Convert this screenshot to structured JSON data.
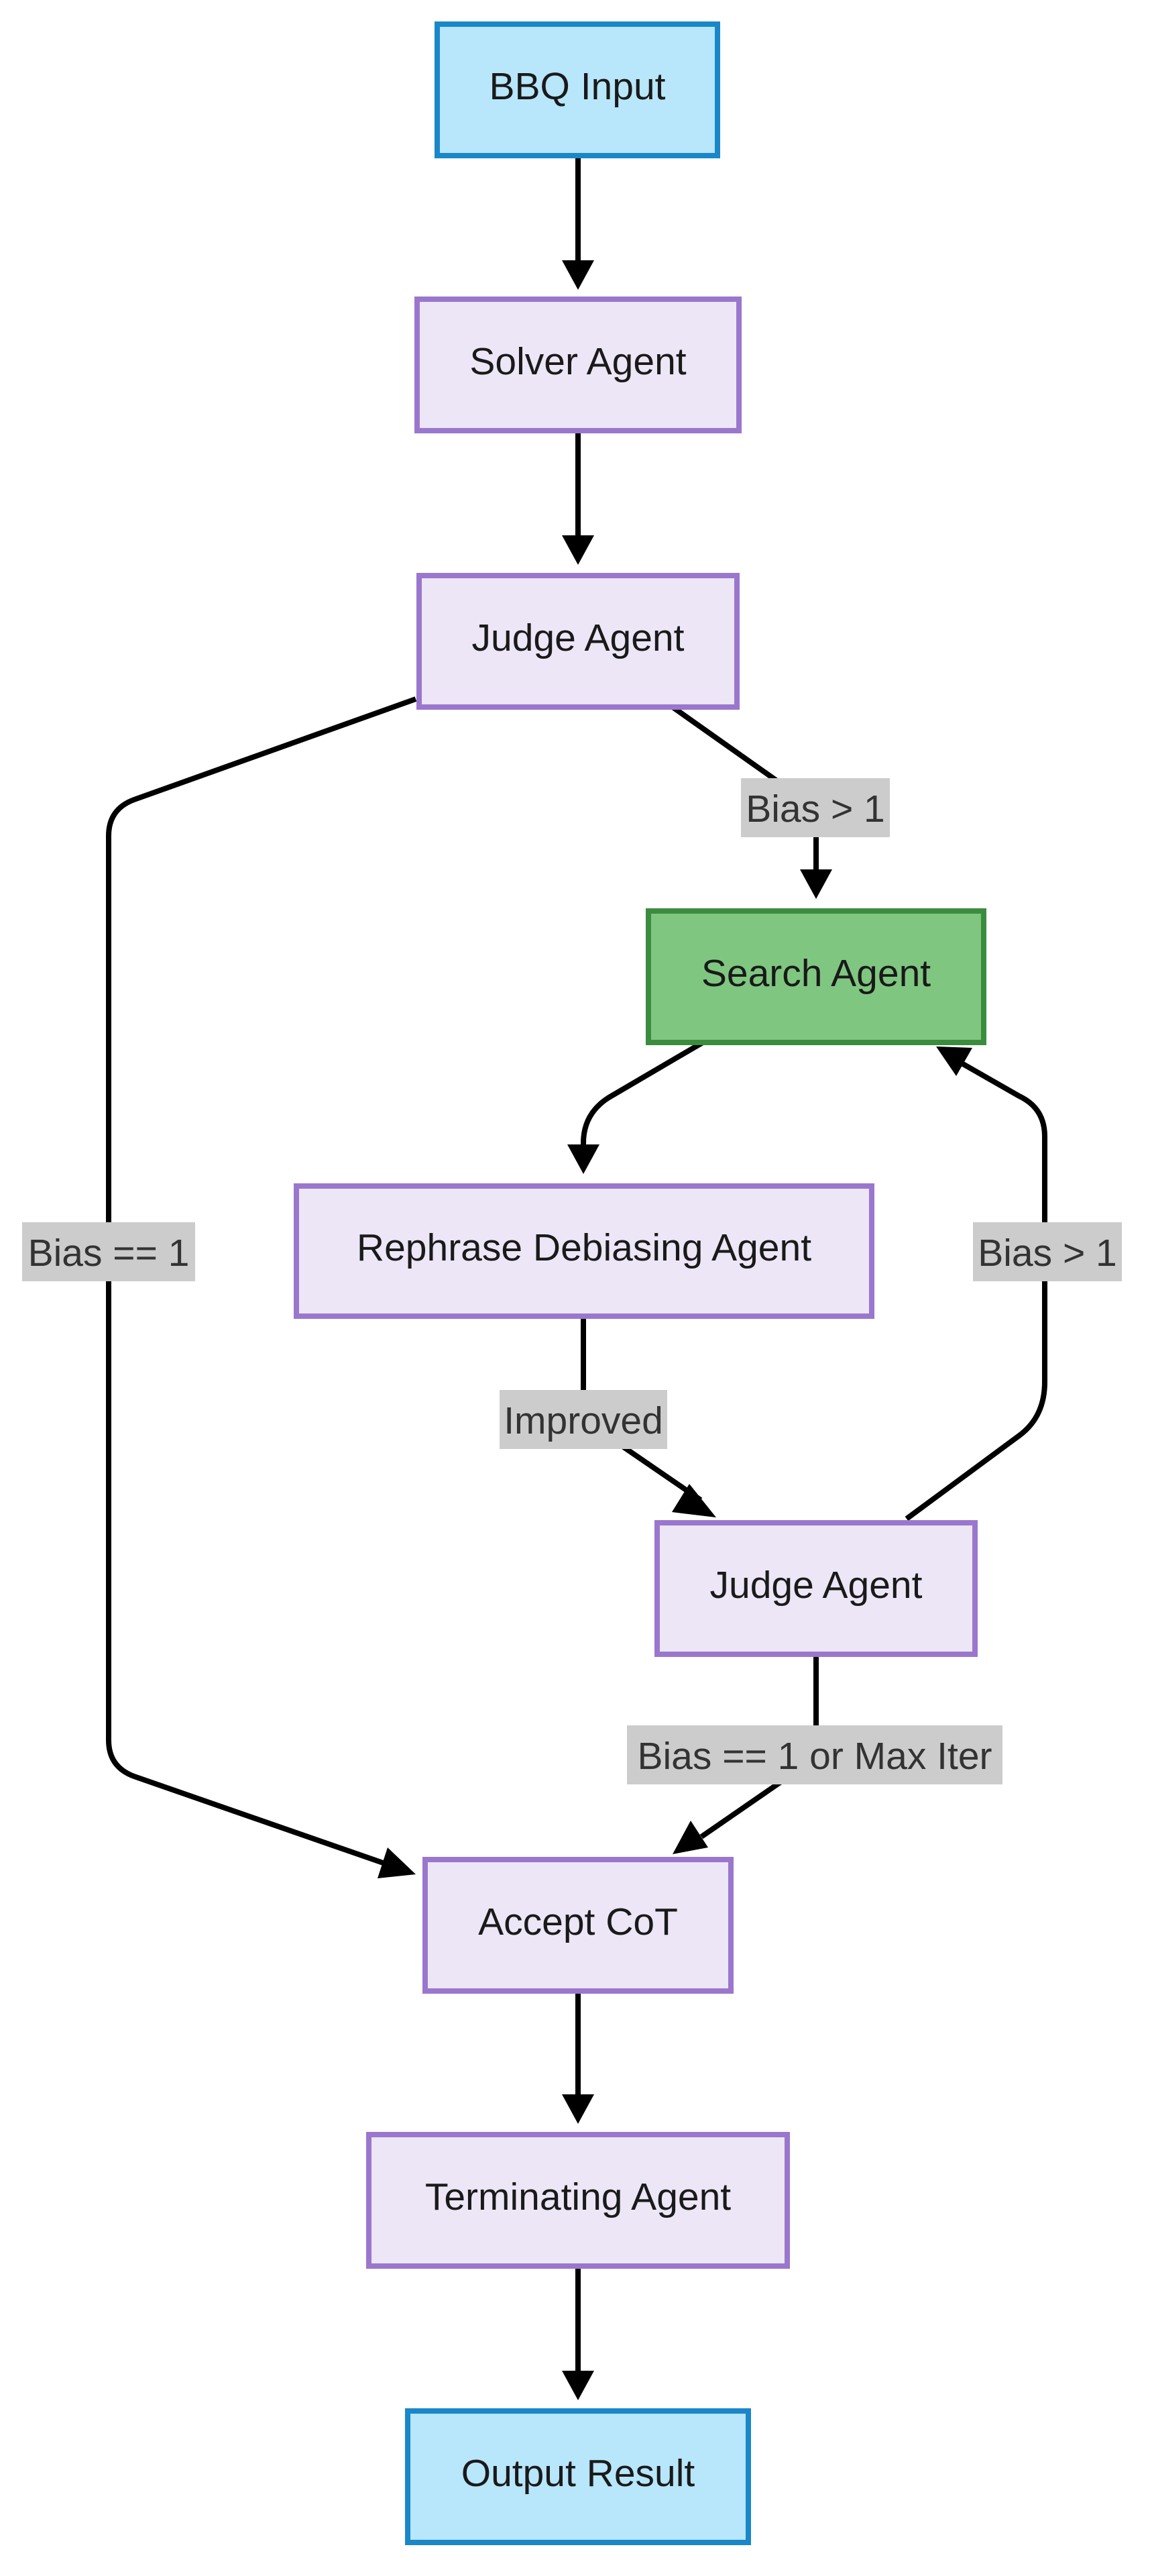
{
  "colors": {
    "io_fill": "#b8e6fb",
    "io_stroke": "#1a87c8",
    "agent_fill": "#ede6f6",
    "agent_stroke": "#9a77cd",
    "search_fill": "#7fc780",
    "search_stroke": "#3b8c3f",
    "edge": "#000000",
    "edge_label_bg": "#cccccc",
    "edge_label_text": "#333333"
  },
  "nodes": {
    "bbq_input": {
      "label": "BBQ Input",
      "type": "io"
    },
    "solver_agent": {
      "label": "Solver Agent",
      "type": "agent"
    },
    "judge_agent_1": {
      "label": "Judge Agent",
      "type": "agent"
    },
    "search_agent": {
      "label": "Search Agent",
      "type": "search"
    },
    "rephrase_agent": {
      "label": "Rephrase Debiasing Agent",
      "type": "agent"
    },
    "judge_agent_2": {
      "label": "Judge Agent",
      "type": "agent"
    },
    "accept_cot": {
      "label": "Accept CoT",
      "type": "agent"
    },
    "terminating_agent": {
      "label": "Terminating Agent",
      "type": "agent"
    },
    "output_result": {
      "label": "Output Result",
      "type": "io"
    }
  },
  "edges": {
    "input_to_solver": {
      "from": "bbq_input",
      "to": "solver_agent",
      "label": ""
    },
    "solver_to_judge": {
      "from": "solver_agent",
      "to": "judge_agent_1",
      "label": ""
    },
    "judge_to_search": {
      "from": "judge_agent_1",
      "to": "search_agent",
      "label": "Bias > 1"
    },
    "judge_to_accept": {
      "from": "judge_agent_1",
      "to": "accept_cot",
      "label": "Bias == 1"
    },
    "search_to_rephrase": {
      "from": "search_agent",
      "to": "rephrase_agent",
      "label": ""
    },
    "rephrase_to_judge2": {
      "from": "rephrase_agent",
      "to": "judge_agent_2",
      "label": "Improved"
    },
    "judge2_to_search": {
      "from": "judge_agent_2",
      "to": "search_agent",
      "label": "Bias > 1"
    },
    "judge2_to_accept": {
      "from": "judge_agent_2",
      "to": "accept_cot",
      "label": "Bias == 1 or Max Iter"
    },
    "accept_to_terminating": {
      "from": "accept_cot",
      "to": "terminating_agent",
      "label": ""
    },
    "terminating_to_output": {
      "from": "terminating_agent",
      "to": "output_result",
      "label": ""
    }
  }
}
